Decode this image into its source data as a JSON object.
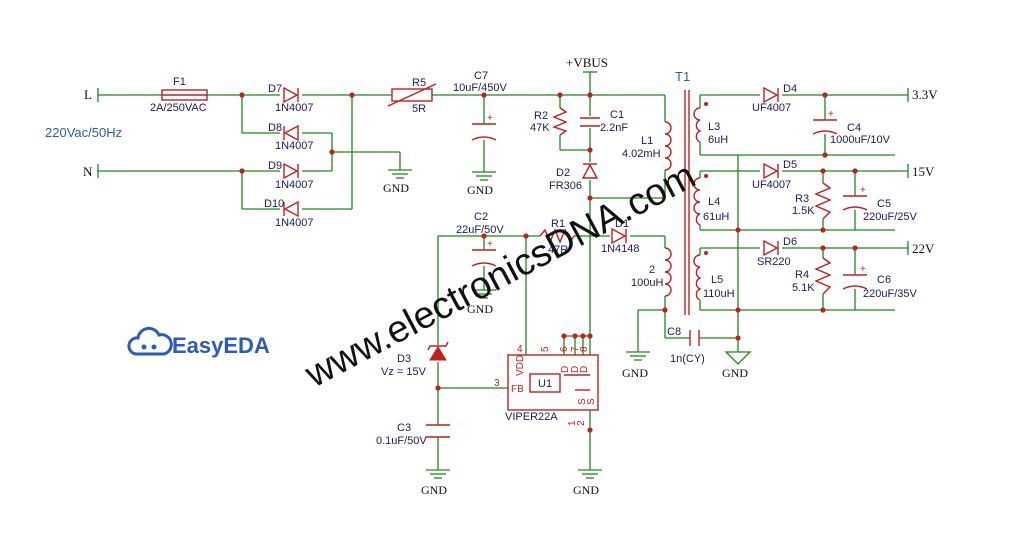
{
  "nets": {
    "line": "L",
    "neutral": "N",
    "vbus": "+VBUS",
    "out_33": "3.3V",
    "out_15": "15V",
    "out_22": "22V",
    "gnd": "GND",
    "mains_note": "220Vac/50Hz"
  },
  "components": {
    "F1": {
      "ref": "F1",
      "value": "2A/250VAC"
    },
    "D7": {
      "ref": "D7",
      "value": "1N4007"
    },
    "D8": {
      "ref": "D8",
      "value": "1N4007"
    },
    "D9": {
      "ref": "D9",
      "value": "1N4007"
    },
    "D10": {
      "ref": "D10",
      "value": "1N4007"
    },
    "R5": {
      "ref": "R5",
      "value": "5R"
    },
    "C7": {
      "ref": "C7",
      "value": "10uF/450V"
    },
    "R2": {
      "ref": "R2",
      "value": "47K"
    },
    "C1": {
      "ref": "C1",
      "value": "2.2nF"
    },
    "D2": {
      "ref": "D2",
      "value": "FR306"
    },
    "L1": {
      "ref": "L1",
      "value": "4.02mH"
    },
    "T1": {
      "ref": "T1"
    },
    "L3": {
      "ref": "L3",
      "value": "6uH"
    },
    "D4": {
      "ref": "D4",
      "value": "UF4007"
    },
    "C4": {
      "ref": "C4",
      "value": "1000uF/10V"
    },
    "D5": {
      "ref": "D5",
      "value": "UF4007"
    },
    "L4": {
      "ref": "L4",
      "value": "61uH"
    },
    "R3": {
      "ref": "R3",
      "value": "1.5K"
    },
    "C5": {
      "ref": "C5",
      "value": "220uF/25V"
    },
    "D6": {
      "ref": "D6",
      "value": "SR220"
    },
    "L5": {
      "ref": "L5",
      "value": "110uH"
    },
    "R4": {
      "ref": "R4",
      "value": "5.1K"
    },
    "C6": {
      "ref": "C6",
      "value": "220uF/35V"
    },
    "C2": {
      "ref": "C2",
      "value": "22uF/50V"
    },
    "R1": {
      "ref": "R1",
      "value": "47R"
    },
    "D1": {
      "ref": "D1",
      "value": "1N4148"
    },
    "L2": {
      "ref": "2",
      "value": "100uH"
    },
    "C8": {
      "ref": "C8",
      "value": "1n(CY)"
    },
    "D3": {
      "ref": "D3",
      "value": "Vz = 15V"
    },
    "C3": {
      "ref": "C3",
      "value": "0.1uF/50V"
    },
    "U1": {
      "ref": "U1",
      "value": "VIPER22A"
    }
  },
  "ic_pins": {
    "vdd": "VDD",
    "fb": "FB",
    "d": "D",
    "s": "S",
    "n1": "1",
    "n2": "2",
    "n3": "3",
    "n4": "4",
    "n5": "5",
    "n6": "6",
    "n7": "7",
    "n8": "8"
  },
  "branding": {
    "easyeda": "EasyEDA",
    "watermark": "www.electronicsDNA.com"
  },
  "colors": {
    "wire": "#1a8a1a",
    "component": "#c21f1f",
    "label": "#1a1a60",
    "brand": "#2e5bb5"
  }
}
